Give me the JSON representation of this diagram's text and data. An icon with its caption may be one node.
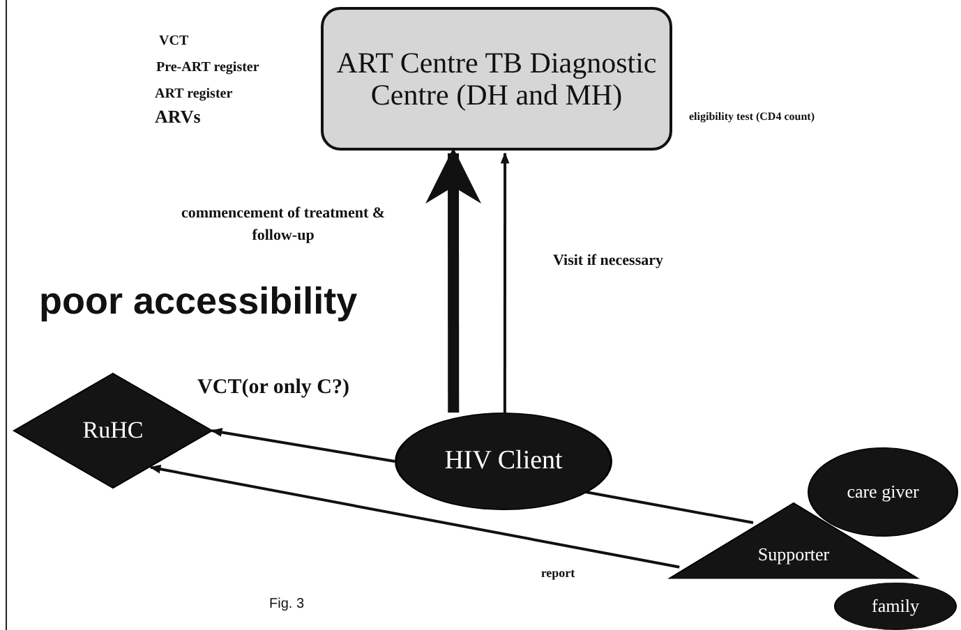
{
  "diagram": {
    "caption": "Fig. 3",
    "nodes": [
      {
        "text": [
          "ART Centre TB Diagnostic Centre (DH and MH)"
        ],
        "beside": [
          "eligibility test (CD4 count)"
        ]
      },
      {
        "text": [
          "RuHC"
        ]
      },
      {
        "text": [
          "HIV Client"
        ]
      },
      {
        "text": [
          "care giver"
        ]
      },
      {
        "text": [
          "Supporter"
        ]
      },
      {
        "text": [
          "family"
        ]
      }
    ],
    "edges": [
      {
        "from": 2,
        "to": 0,
        "arrow": "to",
        "style": "thick",
        "label": "commencement of treatment & follow-up"
      },
      {
        "from": 2,
        "to": 0,
        "arrow": "to",
        "label": "Visit if necessary"
      },
      {
        "from": 2,
        "to": 1,
        "arrow": "to",
        "label": "VCT(or only C?)"
      },
      {
        "from": 2,
        "to": 4,
        "arrow": "none"
      },
      {
        "from": 4,
        "to": 1,
        "arrow": "to",
        "label": "report"
      }
    ],
    "labels": [
      "VCT",
      "Pre-ART register",
      "ART register",
      "ARVs",
      "poor accessibility"
    ]
  }
}
